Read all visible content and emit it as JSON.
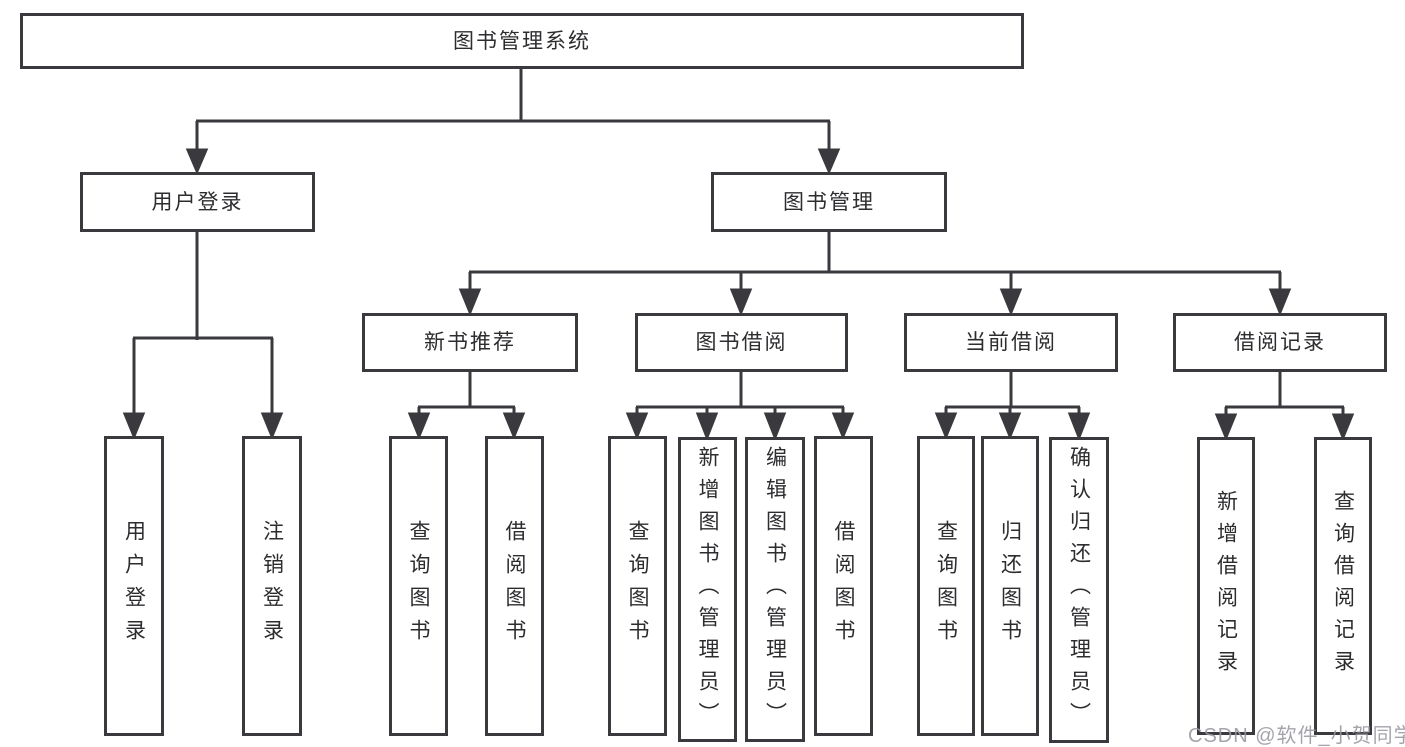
{
  "diagram": {
    "root": {
      "label": "图书管理系统"
    },
    "branches": [
      {
        "label": "用户登录",
        "children": [
          {
            "label": "用户登录"
          },
          {
            "label": "注销登录"
          }
        ]
      },
      {
        "label": "图书管理",
        "children": [
          {
            "label": "新书推荐",
            "children": [
              {
                "label": "查询图书"
              },
              {
                "label": "借阅图书"
              }
            ]
          },
          {
            "label": "图书借阅",
            "children": [
              {
                "label": "查询图书"
              },
              {
                "label": "新增图书（管理员）"
              },
              {
                "label": "编辑图书（管理员）"
              },
              {
                "label": "借阅图书"
              }
            ]
          },
          {
            "label": "当前借阅",
            "children": [
              {
                "label": "查询图书"
              },
              {
                "label": "归还图书"
              },
              {
                "label": "确认归还（管理员）"
              }
            ]
          },
          {
            "label": "借阅记录",
            "children": [
              {
                "label": "新增借阅记录"
              },
              {
                "label": "查询借阅记录"
              }
            ]
          }
        ]
      }
    ]
  },
  "watermark": {
    "text": "CSDN @软件_小贺同学"
  },
  "colors": {
    "line": "#3a3a3e",
    "text": "#2d2d30",
    "watermark": "#97979f",
    "background": "#ffffff"
  }
}
